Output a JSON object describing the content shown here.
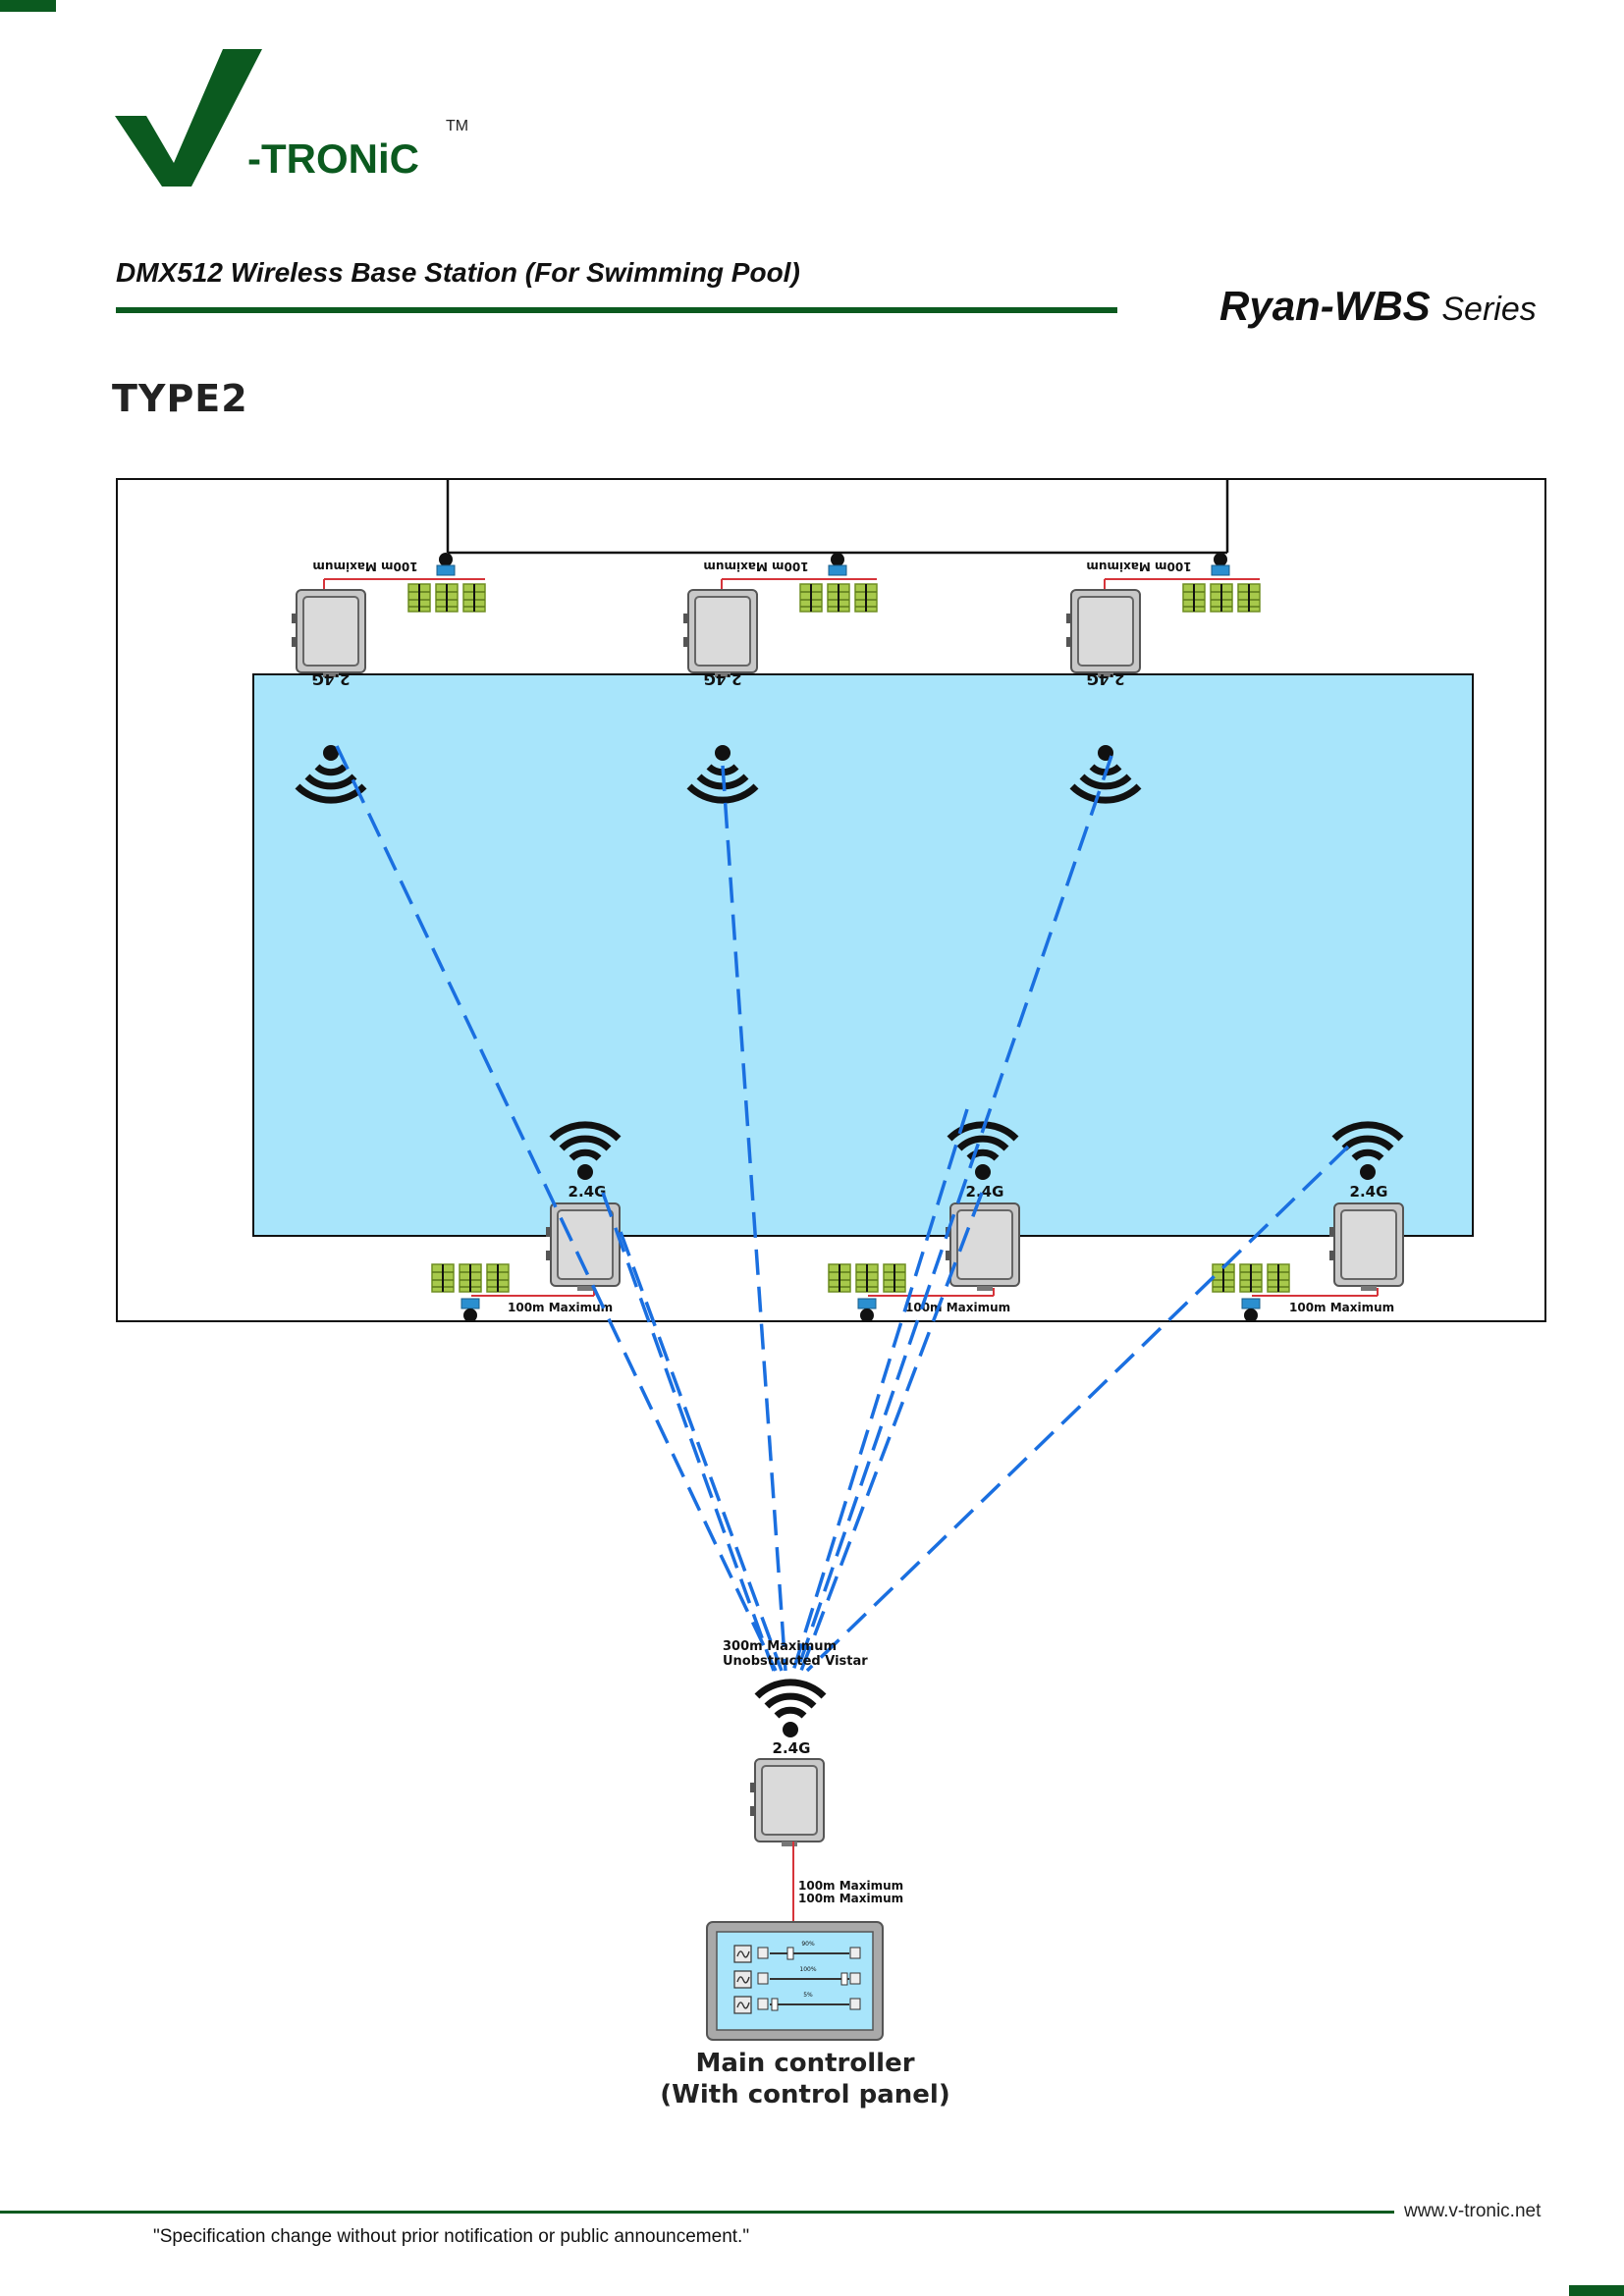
{
  "header": {
    "brand": "-TRONiC",
    "trademark": "TM",
    "document_title": "DMX512 Wireless Base Station (For Swimming Pool)",
    "series_name": "Ryan-WBS",
    "series_suffix": "Series"
  },
  "section": {
    "type_label": "TYPE2"
  },
  "diagram": {
    "top_distance_label": "100m Maximum",
    "bottom_distance_label": "100m Maximum",
    "frequency_label": "2.4G",
    "range_line1": "300m Maximum",
    "range_line2": "Unobstructed Vistar",
    "controller_link_label1": "100m Maximum",
    "controller_link_label2": "100m Maximum",
    "slider_values": [
      "90%",
      "100%",
      "5%"
    ],
    "controller_caption_line1": "Main controller",
    "controller_caption_line2": "(With control panel)",
    "colors": {
      "pool": "#a8e5fb",
      "link": "#1a6fe0",
      "wire": "#d6343a",
      "fixture": "#a7c94b",
      "brand": "#0b5a1f"
    }
  },
  "footer": {
    "website": "www.v-tronic.net",
    "disclaimer": "\"Specification change without prior notification or public announcement.\""
  }
}
